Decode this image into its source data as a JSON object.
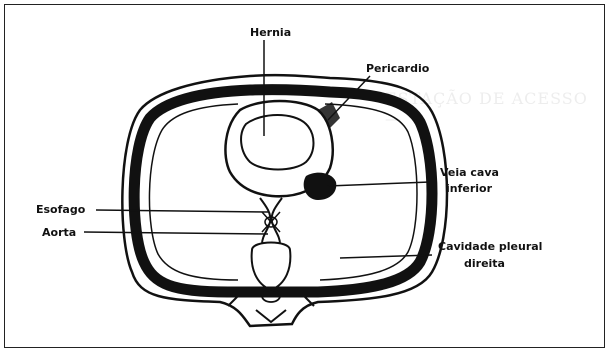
{
  "diagram": {
    "labels": {
      "hernia": "Hernia",
      "pericardio": "Pericardio",
      "veia_cava_line1": "Veia cava",
      "veia_cava_line2": "inferior",
      "esofago": "Esofago",
      "aorta": "Aorta",
      "cavidade_line1": "Cavidade pleural",
      "cavidade_line2": "direita"
    },
    "colors": {
      "ink": "#111111",
      "background": "#ffffff"
    }
  }
}
